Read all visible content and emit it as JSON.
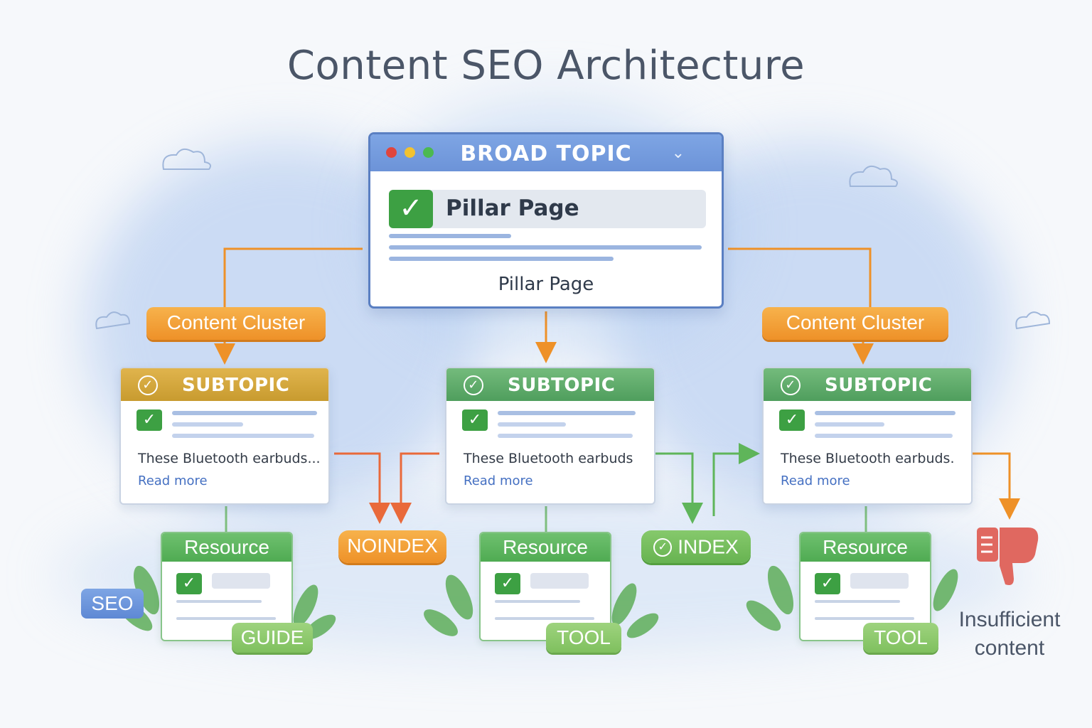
{
  "title": "Content SEO Architecture",
  "pillar": {
    "bar_title": "BROAD TOPIC",
    "row_label": "Pillar Page",
    "footer_label": "Pillar Page",
    "dot_colors": [
      "#e0453d",
      "#f2c230",
      "#4cb950"
    ]
  },
  "clusters": [
    {
      "label": "Content Cluster"
    },
    {
      "label": "Content Cluster"
    }
  ],
  "subtopics": [
    {
      "label": "SUBTOPIC",
      "text": "These Bluetooth earbuds...",
      "link": "Read more",
      "header_color": "#d9a93a"
    },
    {
      "label": "SUBTOPIC",
      "text": "These Bluetooth earbuds",
      "link": "Read more",
      "header_color": "#5fae6c"
    },
    {
      "label": "SUBTOPIC",
      "text": "These Bluetooth earbuds.",
      "link": "Read more",
      "header_color": "#5fae6c"
    }
  ],
  "resources": [
    {
      "label": "Resource",
      "tag": "GUIDE"
    },
    {
      "label": "Resource",
      "tag": "TOOL"
    },
    {
      "label": "Resource",
      "tag": "TOOL"
    }
  ],
  "tags": {
    "noindex": "NOINDEX",
    "index": "INDEX",
    "seo": "SEO"
  },
  "insufficient": {
    "line1": "Insufficient",
    "line2": "content"
  },
  "colors": {
    "orange": "#ee9128",
    "green": "#4fab52",
    "blue": "#6c93d8",
    "red_arrow": "#e9693a",
    "thumb": "#e06860"
  }
}
